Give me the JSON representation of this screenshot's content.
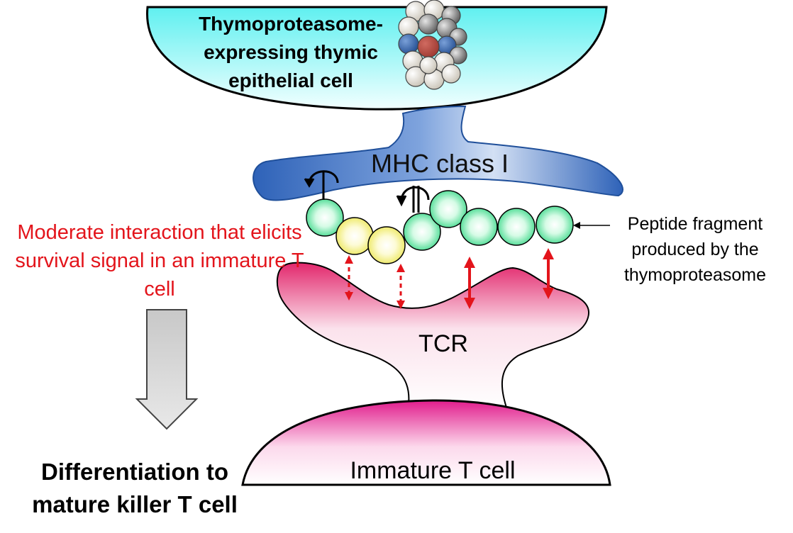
{
  "labels": {
    "epithelial_cell": "Thymoproteasome-expressing thymic epithelial cell",
    "mhc": "MHC class I",
    "tcr": "TCR",
    "immature_t_cell": "Immature T cell",
    "peptide": "Peptide fragment produced by the thymoproteasome",
    "interaction": "Moderate interaction that elicits survival signal in an immature T cell",
    "outcome": "Differentiation to mature killer T cell"
  },
  "peptide_residues": [
    "green",
    "yellow",
    "yellow",
    "green",
    "green",
    "green",
    "green",
    "green"
  ],
  "colors": {
    "epithelial_cell": "#7df4f4",
    "mhc": "#3a6fc0",
    "tcr": "#e0306e",
    "immature_t_cell": "#e0208a",
    "green_residue": "#5fe6a0",
    "yellow_residue": "#f4ef70",
    "interaction_text": "#e3141b",
    "arrow_grey": "#d9d9d9"
  },
  "icons": [
    "proteasome-icon",
    "anchor-arrow-icon",
    "double-headed-arrow-icon",
    "down-arrow-icon"
  ]
}
